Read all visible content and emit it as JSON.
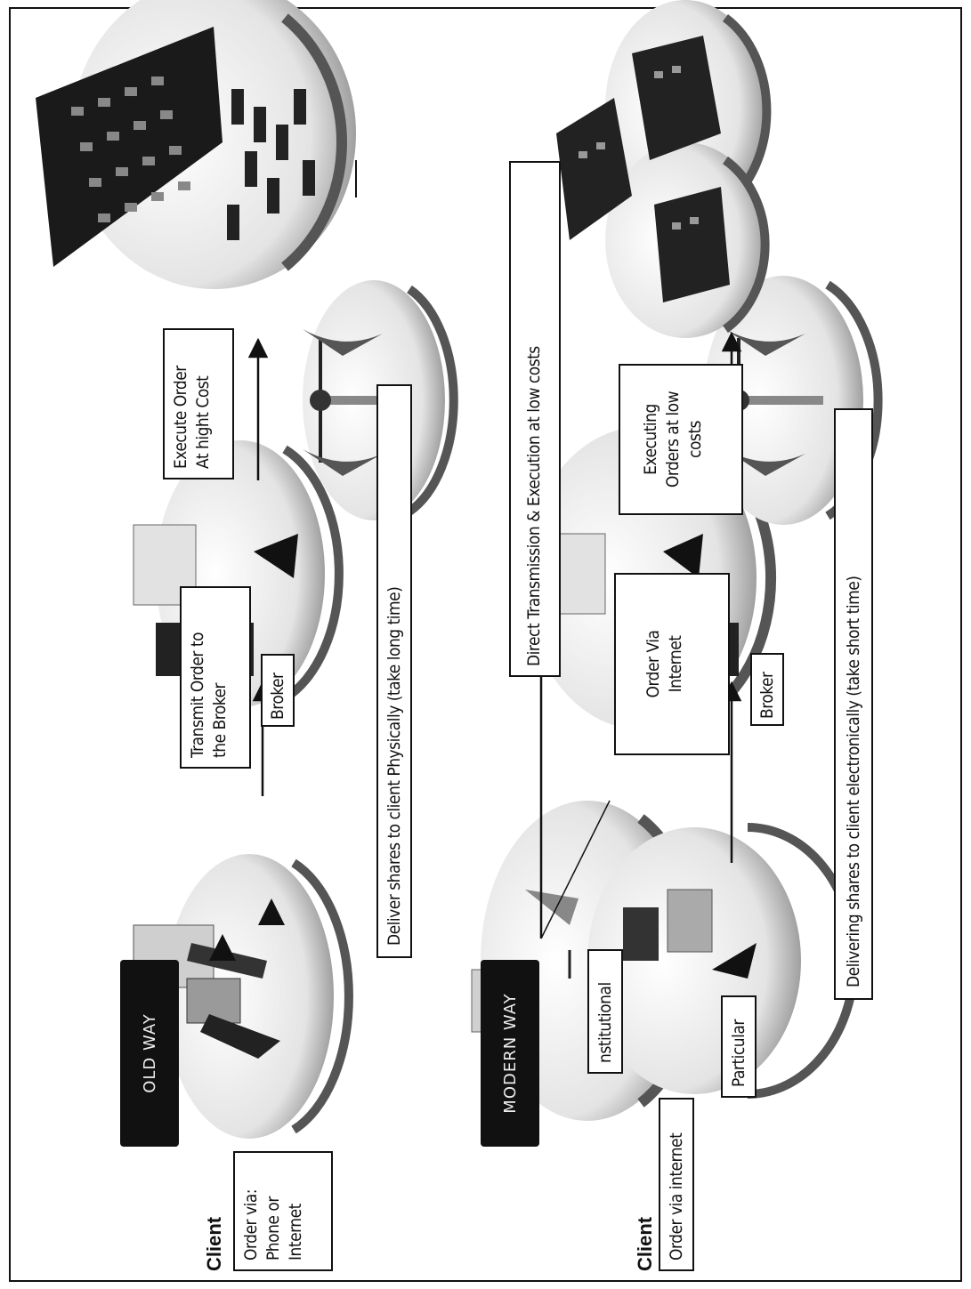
{
  "old_way": {
    "section_label": "OLD WAY",
    "client_title": "Client",
    "client_order": "Order via:\nPhone or\nInternet",
    "transmit_label": "Transmit Order to\nthe Broker",
    "broker_label": "Broker",
    "execute_label": "Execute Order\nAt hight Cost",
    "deliver_label": "Deliver shares to client Physically (take long time)"
  },
  "modern_way": {
    "section_label": "MODERN WAY",
    "client_title": "Client",
    "client_order": "Order via internet",
    "institutional_label": "nstitutional",
    "particular_label": "Particular",
    "order_via_internet_label": "Order Via\nInternet",
    "direct_label": "Direct Transmission & Execution at low costs",
    "broker_label": "Broker",
    "executing_label": "Executing\nOrders at low\ncosts",
    "deliver_label": "Delivering shares to client electronically (take short time)"
  }
}
